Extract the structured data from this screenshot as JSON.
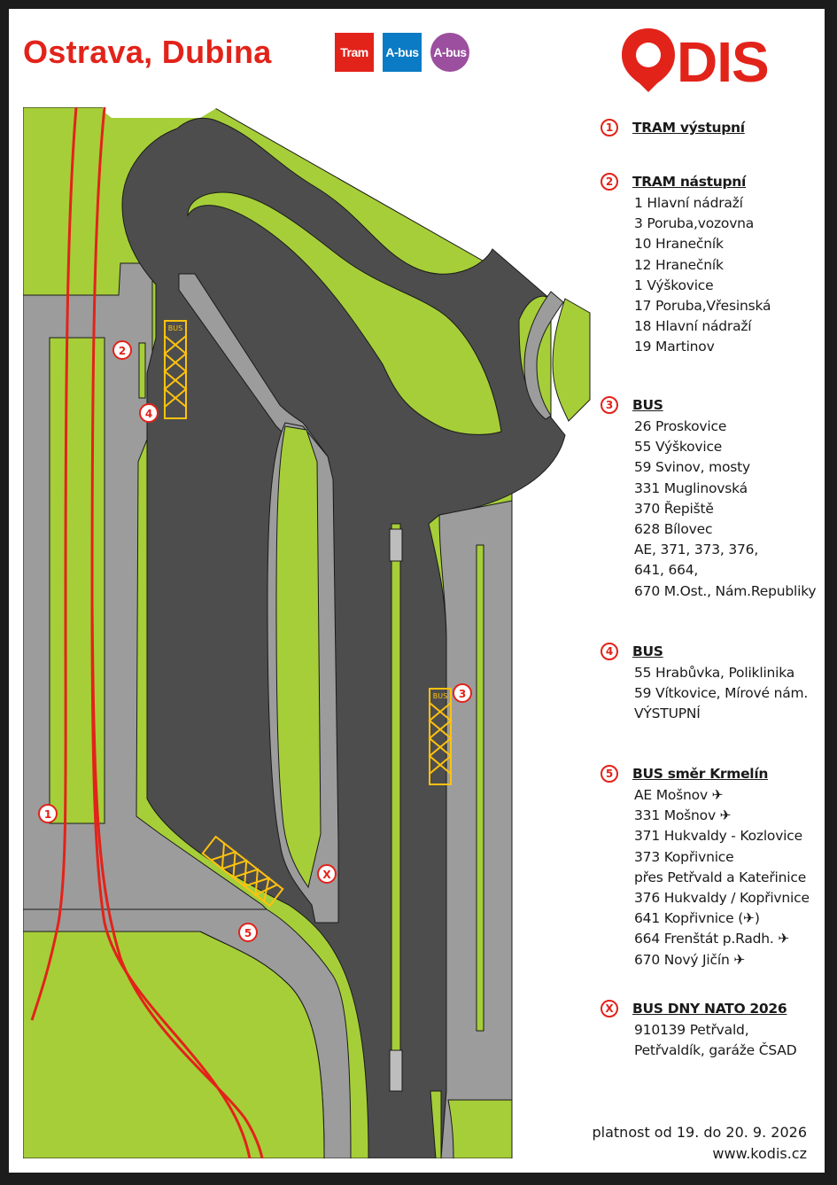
{
  "header": {
    "title": "Ostrava, Dubina",
    "badges": [
      "Tram",
      "A-bus",
      "A-bus"
    ],
    "logo_text": "ODIS",
    "brand_color": "#e2231a"
  },
  "map": {
    "stop_markers": [
      "1",
      "2",
      "3",
      "4",
      "5",
      "X"
    ],
    "shelter_label": "BUS",
    "colors": {
      "grass": "#a6ce39",
      "road": "#4d4d4d",
      "sidewalk": "#999999",
      "tram_track": "#e2231a",
      "shelter": "#ffc20e",
      "outline": "#1a1a1a"
    }
  },
  "legend": [
    {
      "num": "1",
      "title": "TRAM výstupní",
      "lines": []
    },
    {
      "num": "2",
      "title": "TRAM nástupní",
      "lines": [
        "1 Hlavní nádraží",
        "3 Poruba,vozovna",
        "10 Hranečník",
        "12 Hranečník",
        "1  Výškovice",
        "17 Poruba,Vřesinská",
        "18 Hlavní nádraží",
        "19 Martinov"
      ]
    },
    {
      "num": "3",
      "title": "BUS",
      "lines": [
        "26  Proskovice",
        "55  Výškovice",
        "59  Svinov, mosty",
        "331 Muglinovská",
        "370 Řepiště",
        "628 Bílovec",
        "AE, 371, 373, 376,",
        "641, 664,",
        "670 M.Ost., Nám.Republiky"
      ]
    },
    {
      "num": "4",
      "title": "BUS",
      "lines": [
        "55 Hrabůvka, Poliklinika",
        "59 Vítkovice, Mírové nám.",
        "VÝSTUPNÍ"
      ]
    },
    {
      "num": "5",
      "title": "BUS směr Krmelín",
      "lines": [
        "AE  Mošnov ✈",
        "331 Mošnov ✈",
        "371 Hukvaldy - Kozlovice",
        "373 Kopřivnice",
        "přes Petřvald a Kateřinice",
        "376 Hukvaldy / Kopřivnice",
        "641 Kopřivnice (✈)",
        "664 Frenštát p.Radh. ✈",
        "670 Nový Jičín ✈"
      ]
    },
    {
      "num": "X",
      "title": "BUS DNY NATO 2026",
      "lines": [
        "910139  Petřvald,",
        "Petřvaldík, garáže ČSAD"
      ]
    }
  ],
  "footer": {
    "validity": "platnost od 19. do 20. 9. 2026",
    "url": "www.kodis.cz"
  }
}
